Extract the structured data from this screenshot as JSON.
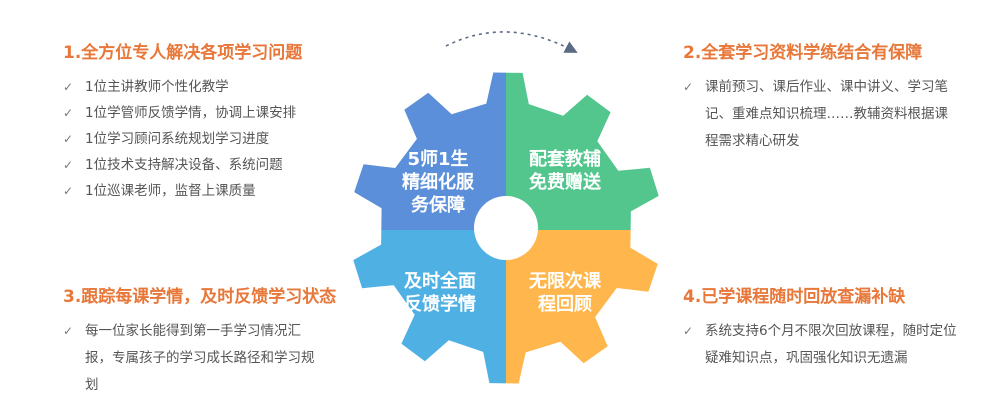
{
  "colors": {
    "title": "#e8783a",
    "text": "#555555",
    "gear_blue": "#5b8fd9",
    "gear_green": "#53c68d",
    "gear_light_blue": "#4fb0e4",
    "gear_orange": "#ffb74d",
    "arrow": "#5b6b86"
  },
  "icons": {
    "check": "checkmark-icon",
    "arrow": "curved-dotted-arrow-icon"
  },
  "panel1": {
    "title": "1.全方位专人解决各项学习问题",
    "items": [
      "1位主讲教师个性化教学",
      "1位学管师反馈学情，协调上课安排",
      "1位学习顾问系统规划学习进度",
      "1位技术支持解决设备、系统问题",
      "1位巡课老师，监督上课质量"
    ]
  },
  "panel2": {
    "title": "2.全套学习资料学练结合有保障",
    "text": "课前预习、课后作业、课中讲义、学习笔记、重难点知识梳理……教辅资料根据课程需求精心研发"
  },
  "panel3": {
    "title": "3.跟踪每课学情，及时反馈学习状态",
    "text": "每一位家长能得到第一手学习情况汇报，专属孩子的学习成长路径和学习规划"
  },
  "panel4": {
    "title": "4.已学课程随时回放查漏补缺",
    "text": "系统支持6个月不限次回放课程，随时定位疑难知识点，巩固强化知识无遗漏"
  },
  "gear": {
    "top_left": [
      "5师1生",
      "精细化服",
      "务保障"
    ],
    "top_right": [
      "配套教辅",
      "免费赠送"
    ],
    "bottom_left": [
      "及时全面",
      "反馈学情"
    ],
    "bottom_right": [
      "无限次课",
      "程回顾"
    ]
  }
}
